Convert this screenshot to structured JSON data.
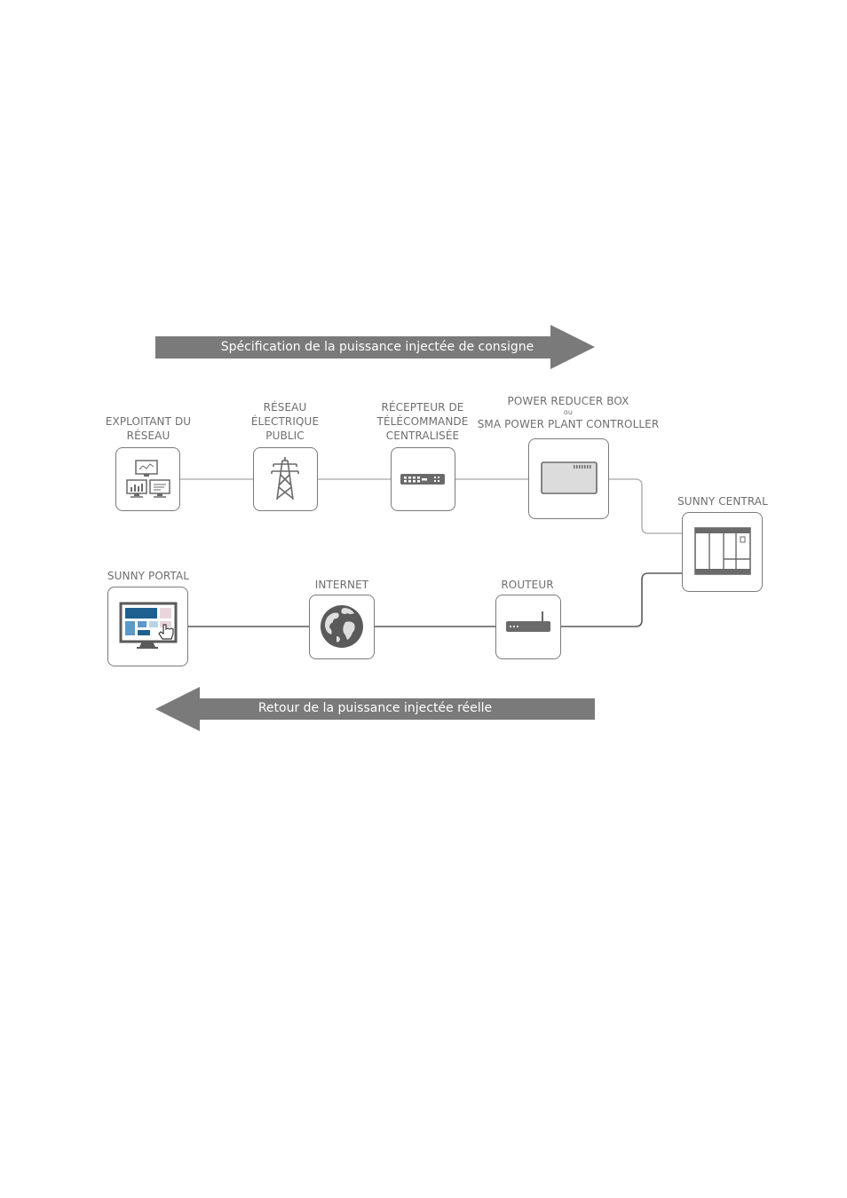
{
  "arrows": {
    "top": "Spécification de la puissance injectée de consigne",
    "bottom": "Retour de la puissance injectée réelle"
  },
  "nodes": {
    "exploitant": {
      "line1": "EXPLOITANT DU",
      "line2": "RÉSEAU"
    },
    "reseau": {
      "line1": "RÉSEAU",
      "line2": "ÉLECTRIQUE",
      "line3": "PUBLIC"
    },
    "recepteur": {
      "line1": "RÉCEPTEUR DE",
      "line2": "TÉLÉCOMMANDE",
      "line3": "CENTRALISÉE"
    },
    "power": {
      "line1": "POWER REDUCER BOX",
      "line2": "ou",
      "line3": "SMA POWER PLANT CONTROLLER"
    },
    "central": {
      "line1": "SUNNY CENTRAL"
    },
    "portal": {
      "line1": "SUNNY PORTAL"
    },
    "internet": {
      "line1": "INTERNET"
    },
    "routeur": {
      "line1": "ROUTEUR"
    }
  },
  "colors": {
    "arrow": "#7a7a7a",
    "line_top": "#b8b8b8",
    "line_bottom": "#5a5a5a",
    "portal_blue": "#1f5f8f",
    "portal_lightblue": "#5b9ac8",
    "portal_pink": "#e9d6dc"
  }
}
